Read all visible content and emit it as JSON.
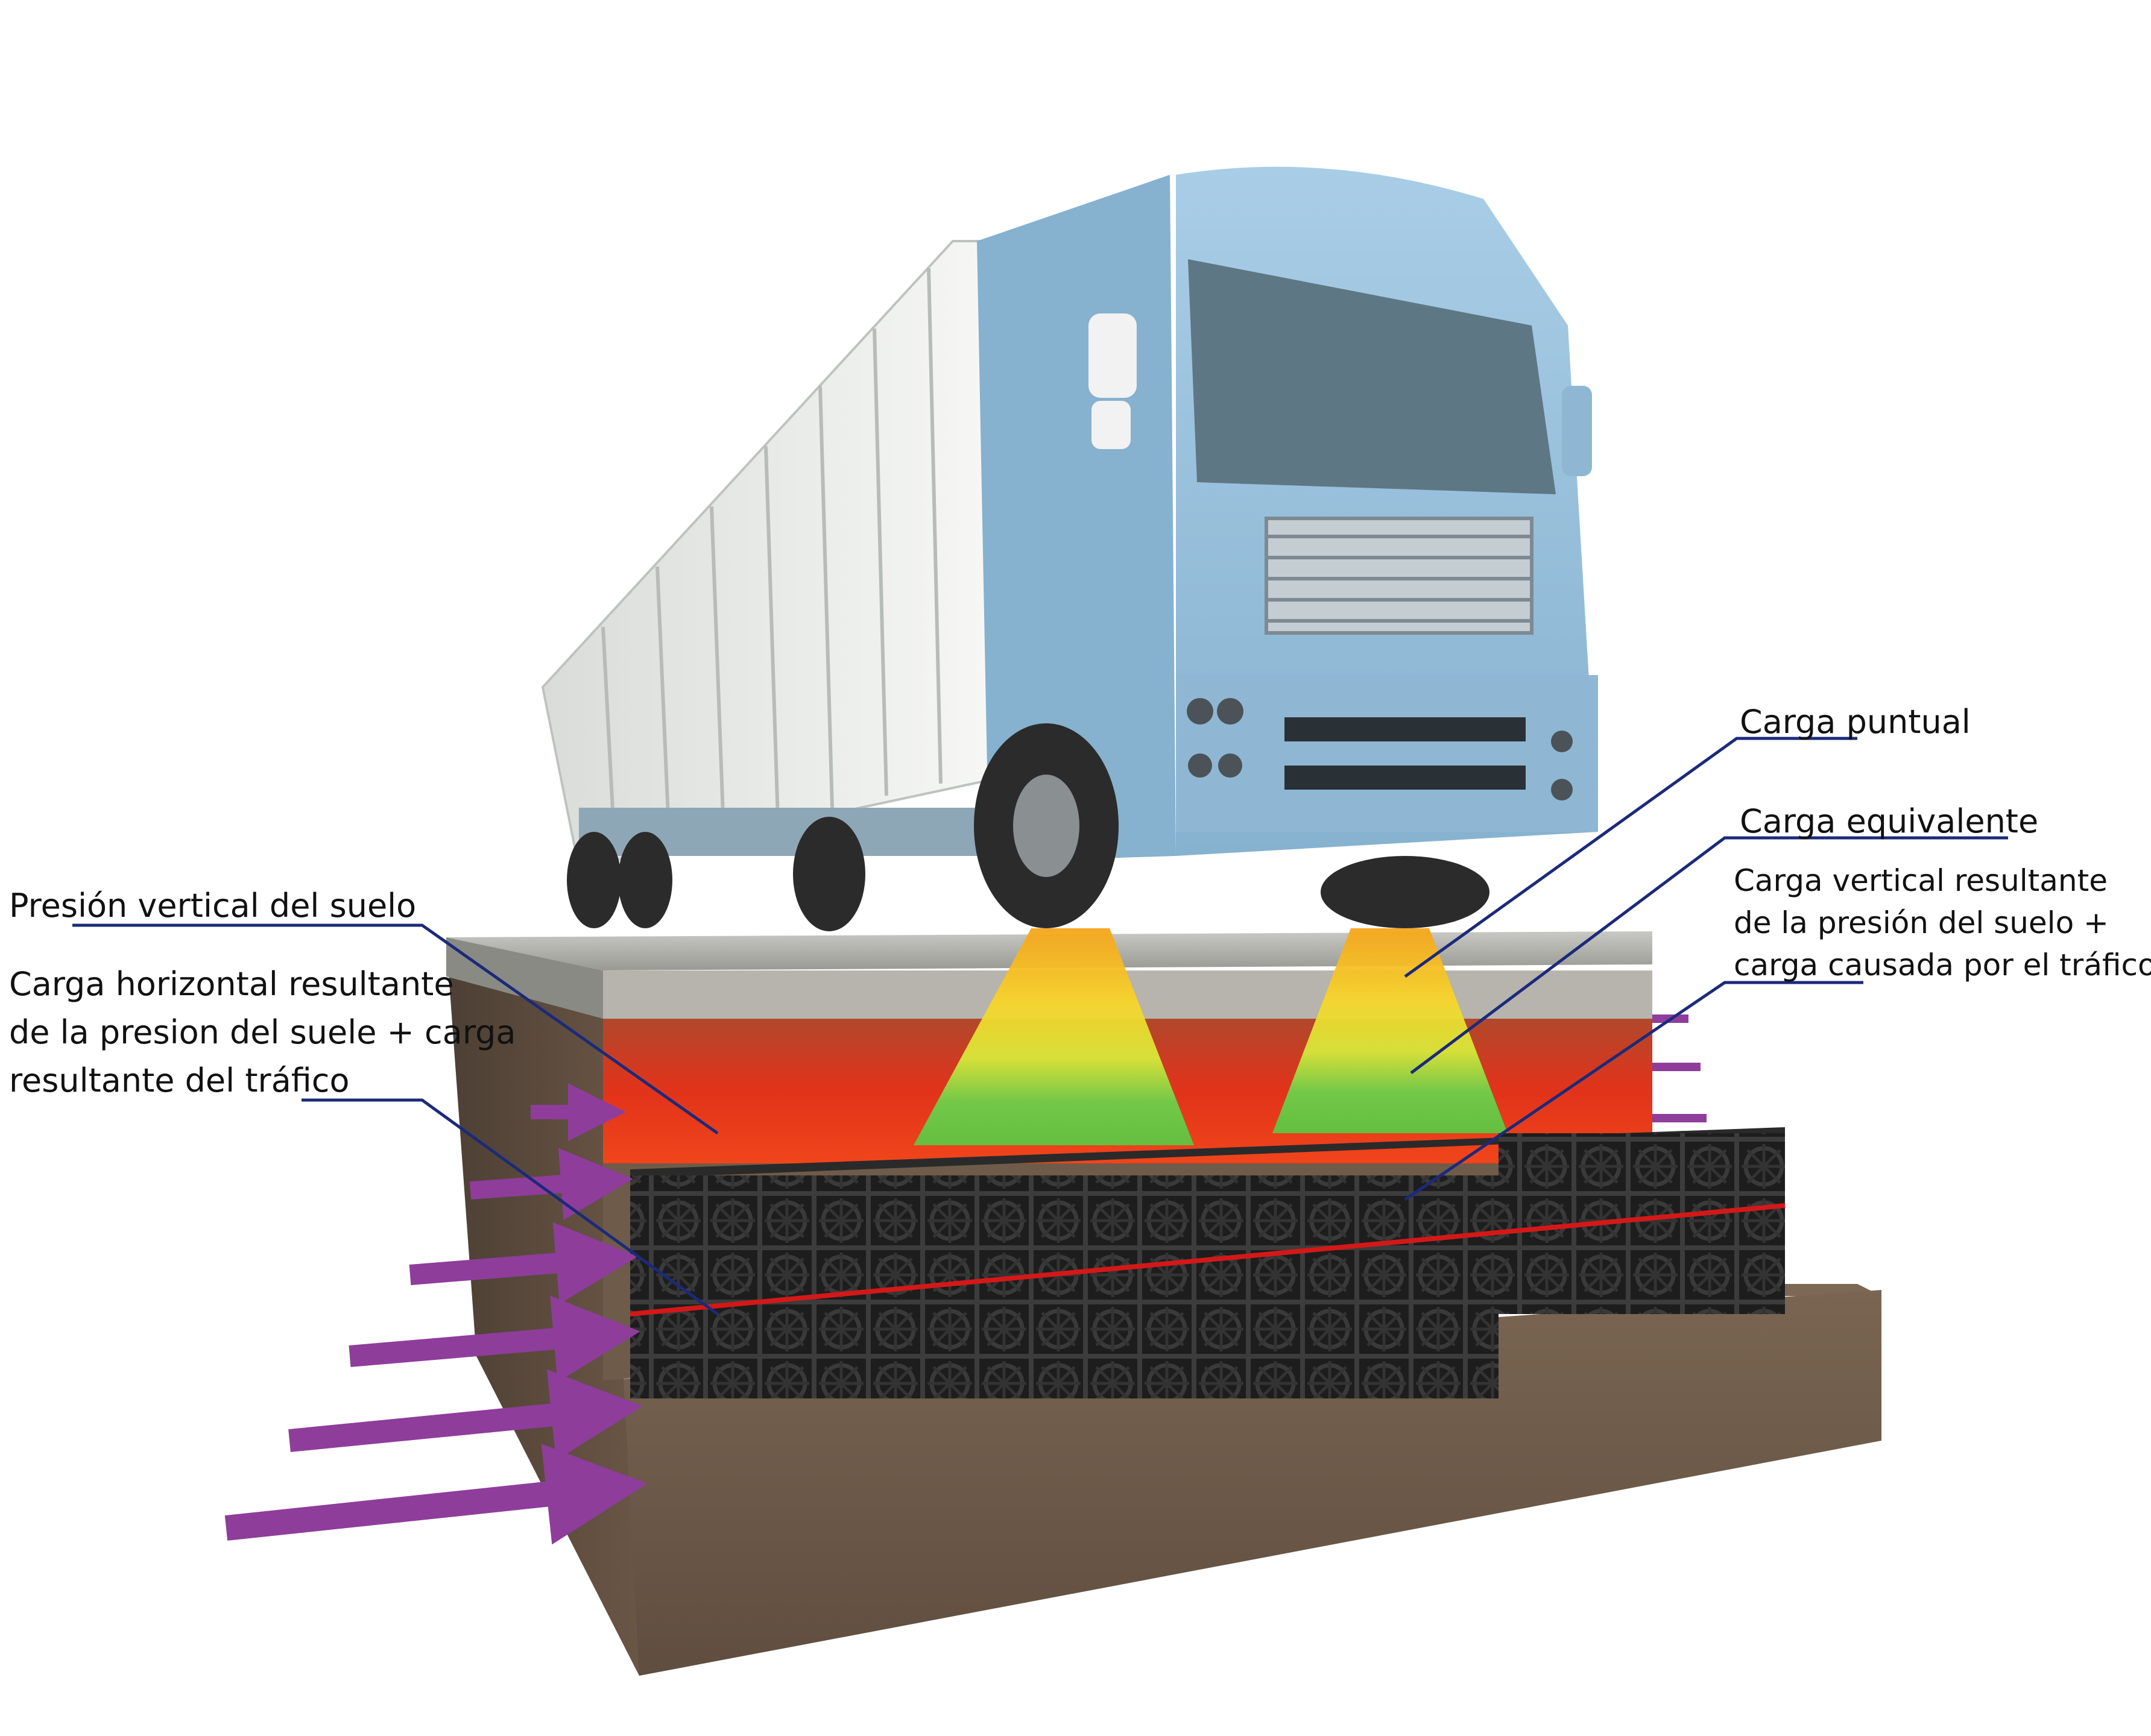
{
  "labels": {
    "carga_puntual": "Carga puntual",
    "carga_equivalente": "Carga equivalente",
    "carga_vertical": [
      "Carga vertical resultante",
      "de la presión del suelo +",
      "carga causada por el tráfico"
    ],
    "presion_vertical": "Presión vertical del suelo",
    "carga_horizontal": [
      "Carga horizontal resultante",
      "de la presion del suele + carga",
      "resultante del tráfico"
    ]
  },
  "colors": {
    "leader_line": "#1b2a7a",
    "pressure_arrow": "#8e3d9b",
    "truck_body": "#9cc4de",
    "trailer": "#eef0ee",
    "soil": "#6e5a48",
    "soil_red": "#d53a1f",
    "crates": "#1e1e1e",
    "red_line": "#d41818"
  }
}
